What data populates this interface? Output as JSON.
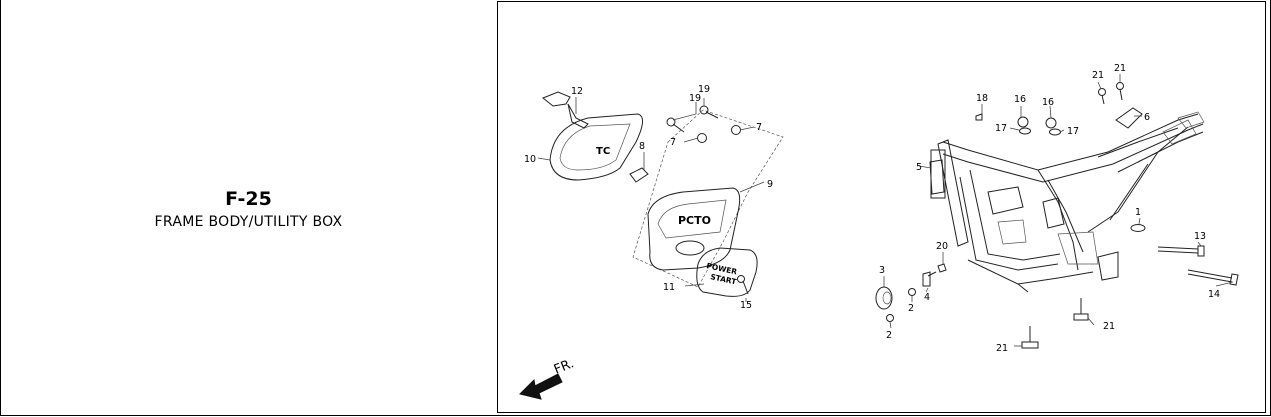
{
  "figure": {
    "code": "F-25",
    "title": "FRAME BODY/UTILITY BOX"
  },
  "diagram": {
    "direction_label": "FR.",
    "callouts": [
      "1",
      "2",
      "2",
      "3",
      "4",
      "5",
      "6",
      "7",
      "7",
      "8",
      "9",
      "10",
      "11",
      "12",
      "13",
      "14",
      "15",
      "16",
      "16",
      "17",
      "17",
      "18",
      "19",
      "19",
      "20",
      "21",
      "21",
      "21",
      "21"
    ],
    "cover_lettering": [
      "POWER",
      "START"
    ]
  }
}
